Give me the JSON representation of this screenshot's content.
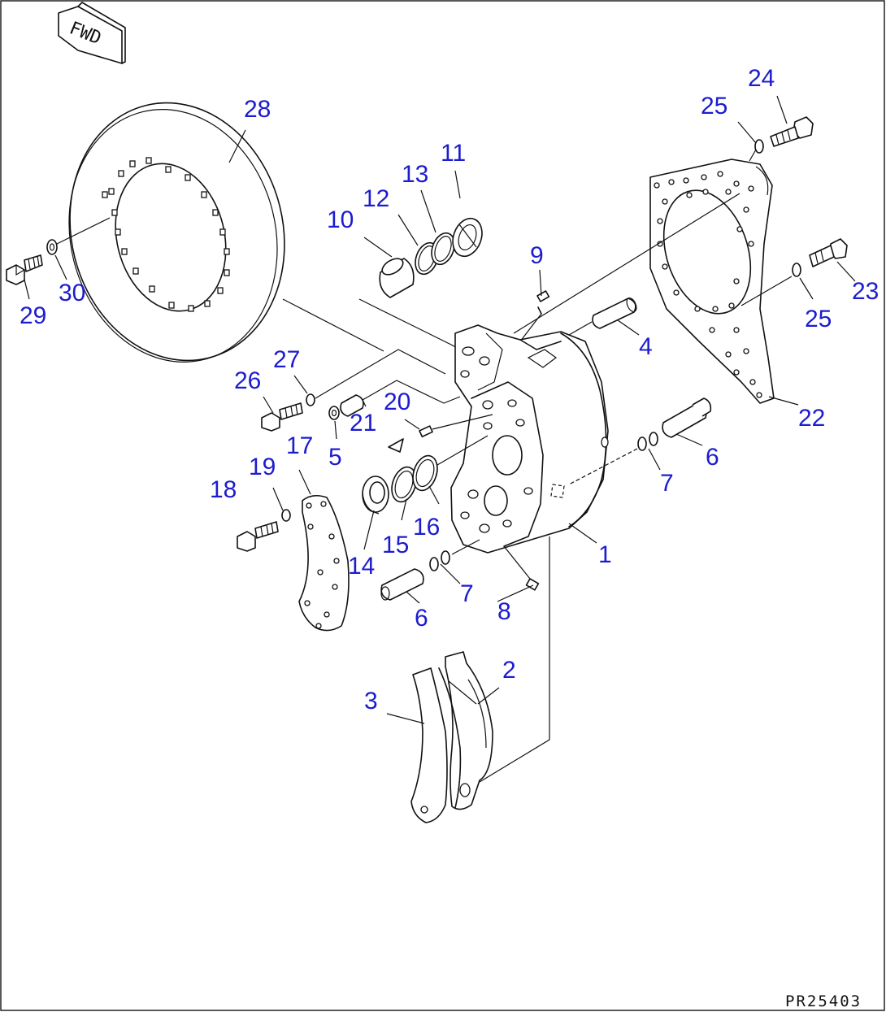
{
  "diagram": {
    "fwd_label": "FWD",
    "figure_code": "PR25403",
    "callouts": [
      {
        "id": "1",
        "text": "1"
      },
      {
        "id": "2",
        "text": "2"
      },
      {
        "id": "3",
        "text": "3"
      },
      {
        "id": "4",
        "text": "4"
      },
      {
        "id": "5",
        "text": "5"
      },
      {
        "id": "6a",
        "text": "6"
      },
      {
        "id": "6b",
        "text": "6"
      },
      {
        "id": "7a",
        "text": "7"
      },
      {
        "id": "7b",
        "text": "7"
      },
      {
        "id": "8",
        "text": "8"
      },
      {
        "id": "9",
        "text": "9"
      },
      {
        "id": "10",
        "text": "10"
      },
      {
        "id": "11",
        "text": "11"
      },
      {
        "id": "12",
        "text": "12"
      },
      {
        "id": "13",
        "text": "13"
      },
      {
        "id": "14",
        "text": "14"
      },
      {
        "id": "15",
        "text": "15"
      },
      {
        "id": "16",
        "text": "16"
      },
      {
        "id": "17",
        "text": "17"
      },
      {
        "id": "18",
        "text": "18"
      },
      {
        "id": "19",
        "text": "19"
      },
      {
        "id": "20",
        "text": "20"
      },
      {
        "id": "21",
        "text": "21"
      },
      {
        "id": "22",
        "text": "22"
      },
      {
        "id": "23",
        "text": "23"
      },
      {
        "id": "24",
        "text": "24"
      },
      {
        "id": "25a",
        "text": "25"
      },
      {
        "id": "25b",
        "text": "25"
      },
      {
        "id": "26",
        "text": "26"
      },
      {
        "id": "27",
        "text": "27"
      },
      {
        "id": "28",
        "text": "28"
      },
      {
        "id": "29",
        "text": "29"
      },
      {
        "id": "30",
        "text": "30"
      }
    ],
    "colors": {
      "callout": "#1c1cd0",
      "line": "#111111",
      "background": "#ffffff"
    }
  }
}
